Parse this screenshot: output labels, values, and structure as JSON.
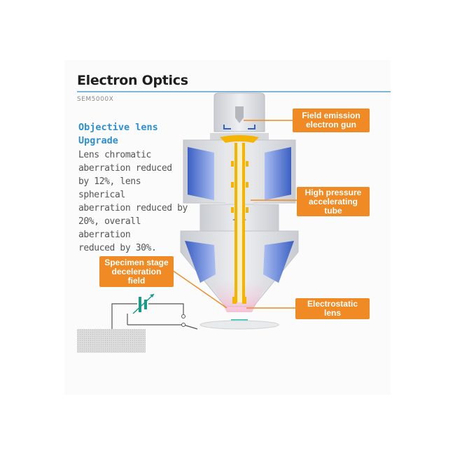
{
  "title": "Electron Optics",
  "model": "SEM5000X",
  "heading": [
    "Objective lens",
    "Upgrade"
  ],
  "body_lines": [
    "Lens chromatic",
    "aberration reduced",
    "by 12%, lens spherical",
    "aberration reduced by",
    "20%, overall aberration",
    "reduced by 30%."
  ],
  "labels": {
    "gun": [
      "Field emission",
      "electron gun"
    ],
    "tube": [
      "High pressure",
      "accelerating",
      "tube"
    ],
    "stage": [
      "Specimen stage",
      "deceleration",
      "field"
    ],
    "lens": [
      "Electrostatic",
      "lens"
    ]
  },
  "colors": {
    "accent": "#f08a24",
    "title_rule": "#7fb6d8",
    "heading": "#2d8fd0",
    "beam": "#f4b400",
    "coil": "#5b7fd6",
    "circuit": "#1a9a8a"
  }
}
